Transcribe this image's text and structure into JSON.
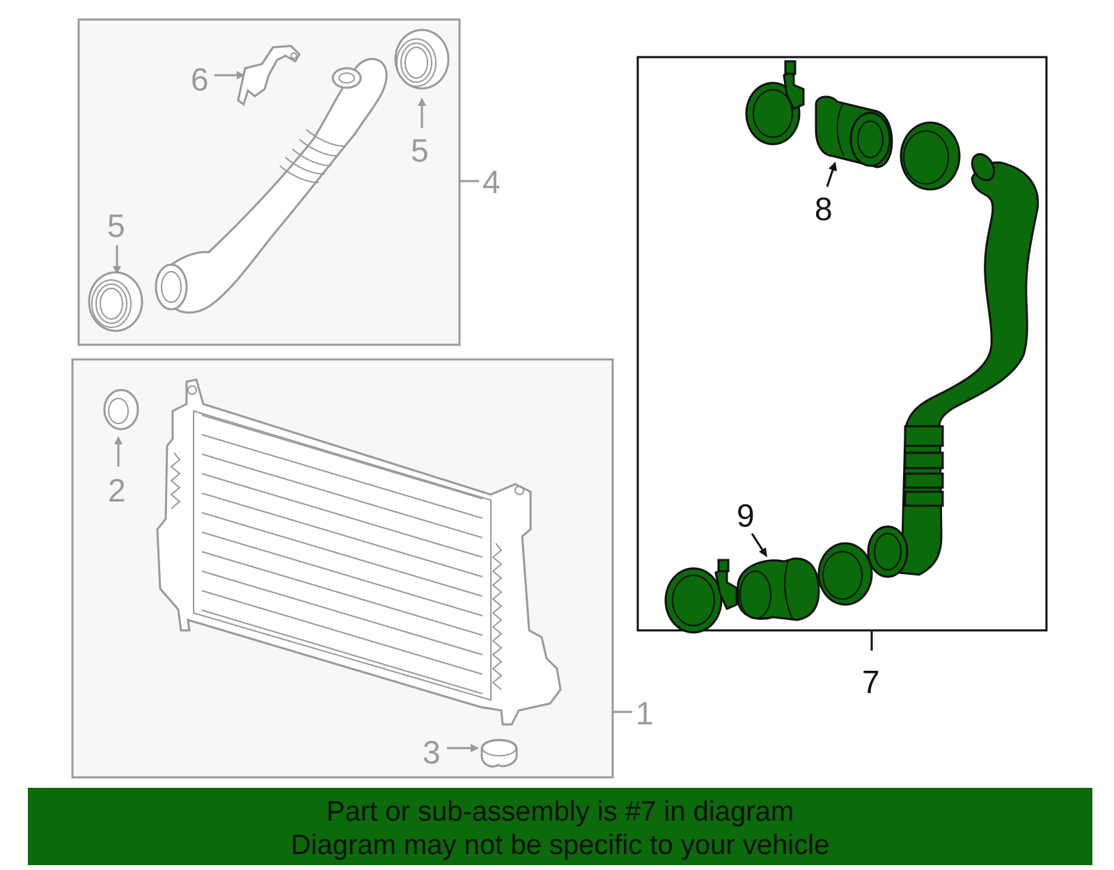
{
  "callouts": {
    "c1": "1",
    "c2": "2",
    "c3": "3",
    "c4": "4",
    "c5a": "5",
    "c5b": "5",
    "c6": "6",
    "c7": "7",
    "c8": "8",
    "c9": "9"
  },
  "banner": {
    "line1": "Part or sub-assembly is #7 in diagram",
    "line2": "Diagram may not be specific to your vehicle"
  },
  "colors": {
    "highlight_green": "#0b6a09",
    "other_parts_gray": "#9a9a9a",
    "panel_fill": "#f7f7f7"
  }
}
